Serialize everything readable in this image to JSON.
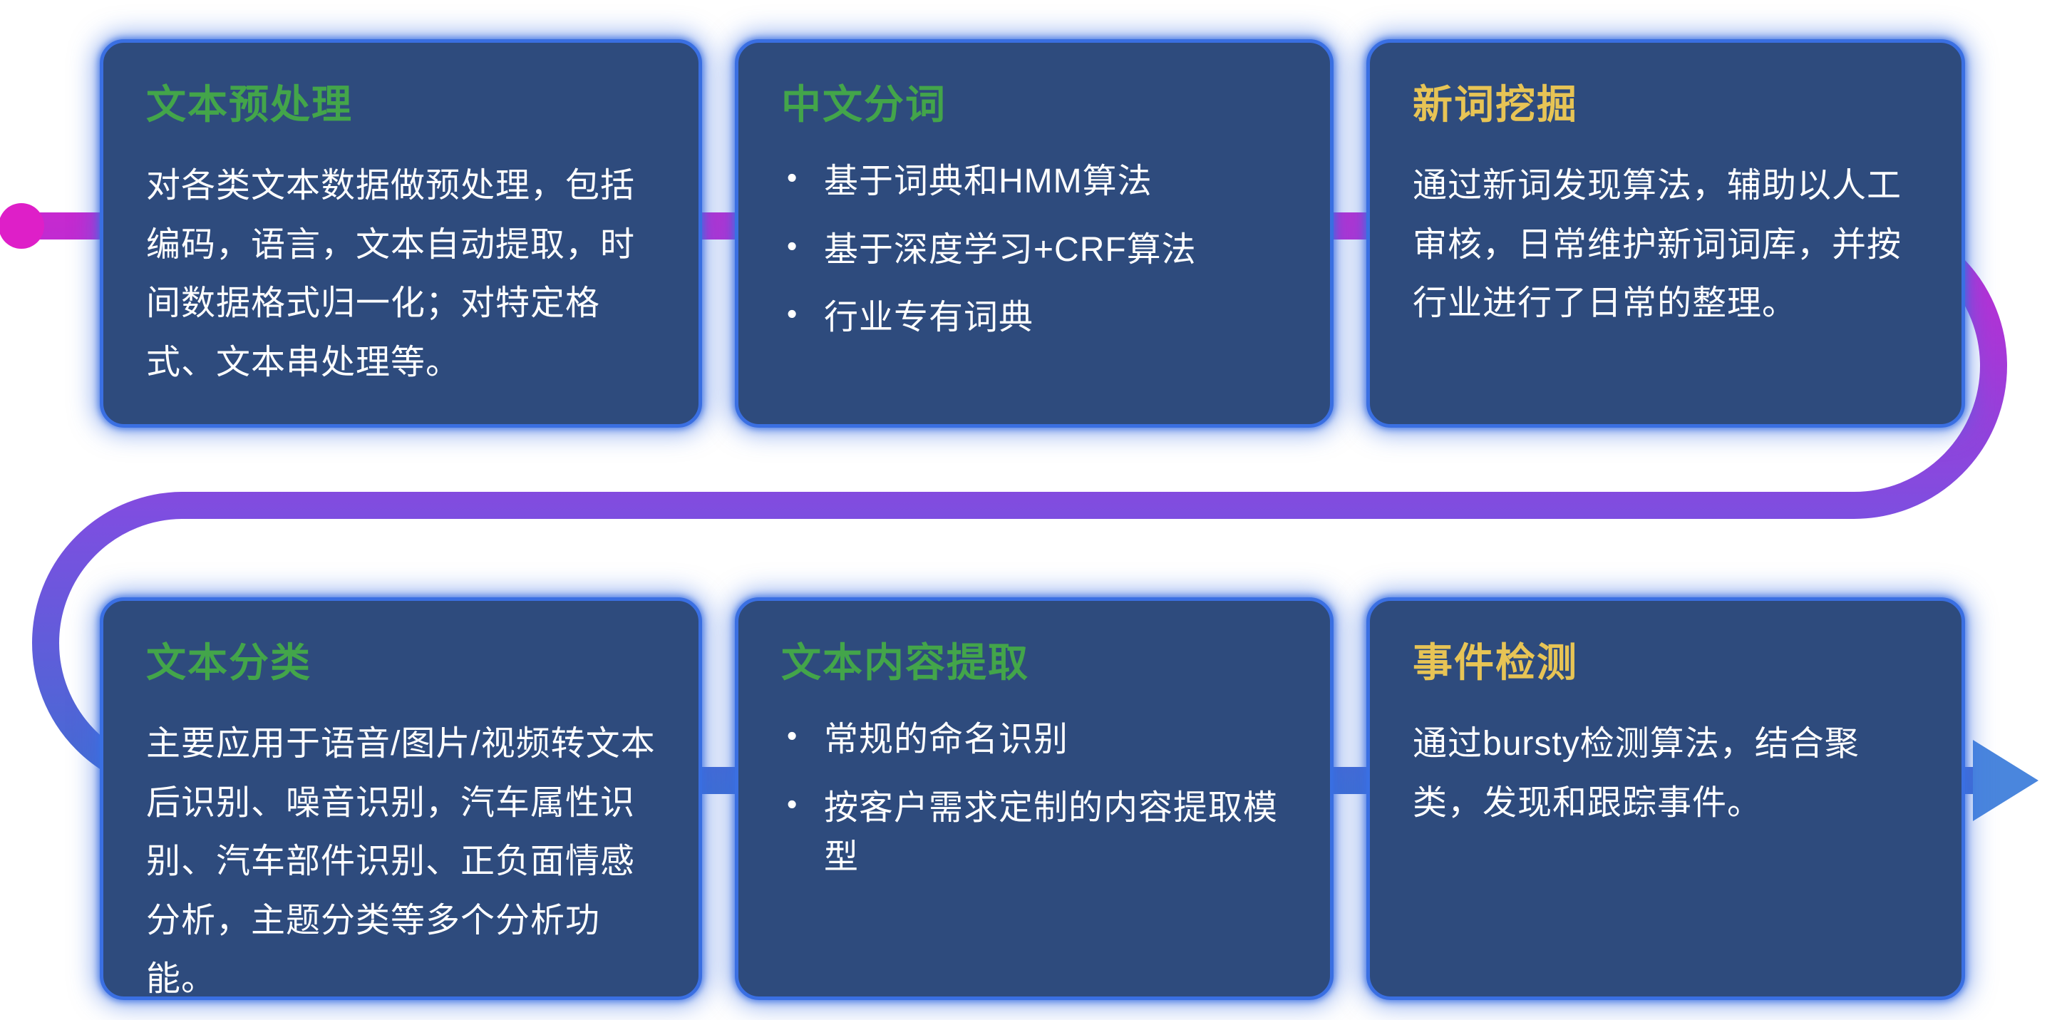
{
  "diagram": {
    "background": "#ffffff"
  },
  "flow": {
    "dot_color": "#de1fc8",
    "gradient_stops": [
      "#de1fc8",
      "#b82fd4",
      "#7c4fe0",
      "#3e6ed2"
    ],
    "arrow_color": "#4a86dd"
  },
  "card_style": {
    "background": "#2e4b7d",
    "border_color": "#3a6fe2",
    "glow_color": "#3a6fe2",
    "body_text_color": "#ffffff",
    "green_title_color": "#43a54a",
    "yellow_title_color": "#e7c455"
  },
  "cards": [
    {
      "title": "文本预处理",
      "title_color": "#43a54a",
      "body": "对各类文本数据做预处理，包括编码，语言，文本自动提取，时间数据格式归一化；对特定格式、文本串处理等。"
    },
    {
      "title": "中文分词",
      "title_color": "#43a54a",
      "bullets": [
        "基于词典和HMM算法",
        "基于深度学习+CRF算法",
        "行业专有词典"
      ]
    },
    {
      "title": "新词挖掘",
      "title_color": "#e7c455",
      "body": "通过新词发现算法，辅助以人工审核，日常维护新词词库，并按行业进行了日常的整理。"
    },
    {
      "title": "文本分类",
      "title_color": "#43a54a",
      "body": "主要应用于语音/图片/视频转文本后识别、噪音识别，汽车属性识别、汽车部件识别、正负面情感分析，主题分类等多个分析功能。"
    },
    {
      "title": "文本内容提取",
      "title_color": "#43a54a",
      "bullets": [
        "常规的命名识别",
        "按客户需求定制的内容提取模型"
      ]
    },
    {
      "title": "事件检测",
      "title_color": "#e7c455",
      "body": "通过bursty检测算法，结合聚类，发现和跟踪事件。"
    }
  ]
}
